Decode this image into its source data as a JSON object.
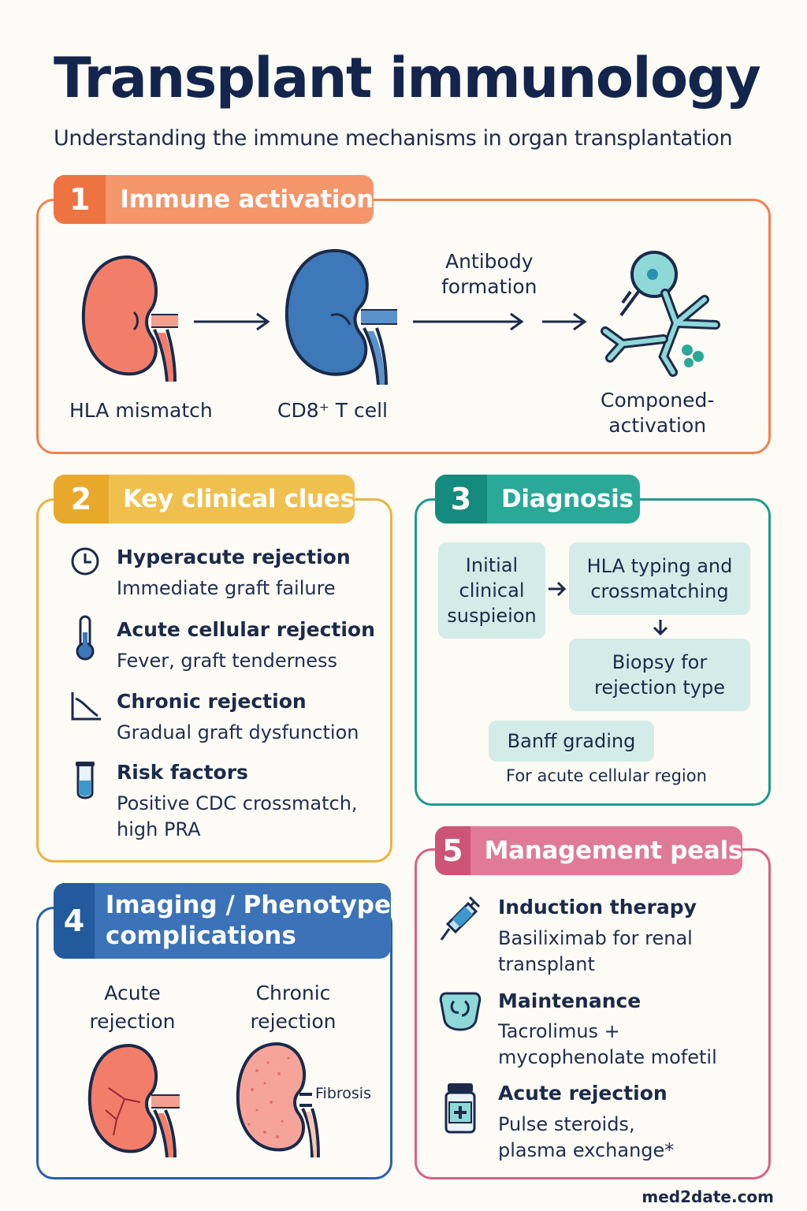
{
  "header": {
    "title": "Transplant immunology",
    "subtitle": "Understanding the immune mechanisms in organ transplantation"
  },
  "section1": {
    "number": "1",
    "title": "Immune activation",
    "color": "#f0824f",
    "steps": {
      "hla": "HLA mismatch",
      "cd8": "CD8⁺ T cell",
      "antibody": "Antibody\nformation",
      "complement": "Componed-\nactivation"
    }
  },
  "section2": {
    "number": "2",
    "title": "Key clinical clues",
    "color": "#ecb43d",
    "items": [
      {
        "icon": "clock-icon",
        "heading": "Hyperacute rejection",
        "text": "Immediate graft failure"
      },
      {
        "icon": "thermometer-icon",
        "heading": "Acute cellular rejection",
        "text": "Fever, graft tenderness"
      },
      {
        "icon": "declining-chart-icon",
        "heading": "Chronic rejection",
        "text": "Gradual graft dysfunction"
      },
      {
        "icon": "test-tube-icon",
        "heading": "Risk factors",
        "text": "Positive CDC crossmatch,\nhigh PRA"
      }
    ]
  },
  "section3": {
    "number": "3",
    "title": "Diagnosis",
    "color": "#1f9a8d",
    "steps": {
      "initial": "Initial\nclinical\nsuspieion",
      "hla_typing": "HLA typing and\ncrossmatching",
      "biopsy": "Biopsy for\nrejection type",
      "banff": "Banff grading"
    },
    "note": "For acute cellular region"
  },
  "section4": {
    "number": "4",
    "title": "Imaging / Phenotype\ncomplications",
    "color": "#2a60a8",
    "acute_label": "Acute\nrejection",
    "chronic_label": "Chronic\nrejection",
    "fibrosis_label": "Fibrosis"
  },
  "section5": {
    "number": "5",
    "title": "Management peals",
    "color": "#d86283",
    "items": [
      {
        "icon": "syringe-icon",
        "heading": "Induction therapy",
        "text": "Basiliximab for renal\ntransplant"
      },
      {
        "icon": "brain-pill-icon",
        "heading": "Maintenance",
        "text": "Tacrolimus +\nmycophenolate mofetil"
      },
      {
        "icon": "medicine-bottle-icon",
        "heading": "Acute rejection",
        "text": "Pulse steroids,\nplasma exchange*"
      }
    ]
  },
  "footer": {
    "site": "med2date.com"
  }
}
